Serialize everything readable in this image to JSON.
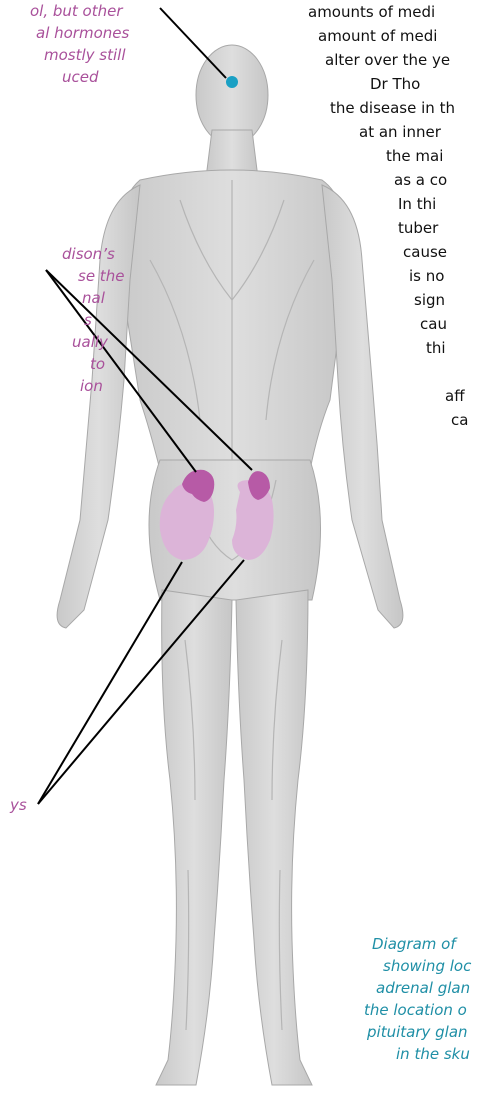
{
  "annotations": {
    "pituitary": [
      "ol, but other",
      "al hormones",
      "mostly still",
      "uced"
    ],
    "adrenal": [
      "dison’s",
      "se the",
      "nal",
      "s",
      "ually",
      "to",
      "ion"
    ],
    "kidneys": [
      "ys"
    ]
  },
  "body_text": [
    "amounts of medi",
    "amount of medi",
    "alter over the ye",
    "Dr Tho",
    "the disease in th",
    "at an inner",
    "the mai",
    "as a co",
    "In thi",
    "tuber",
    "cause",
    "is no",
    "sign",
    "cau",
    "thi",
    "aff",
    "ca"
  ],
  "caption": [
    "Diagram of",
    "showing loc",
    "adrenal glan",
    "the location o",
    "pituitary glan",
    "in the sku"
  ],
  "colors": {
    "annotation": "#a9519b",
    "caption": "#1f8fa6",
    "kidney": "#dcb4d8",
    "adrenal": "#b75aa6",
    "pituitary_dot": "#1aa0c4"
  }
}
